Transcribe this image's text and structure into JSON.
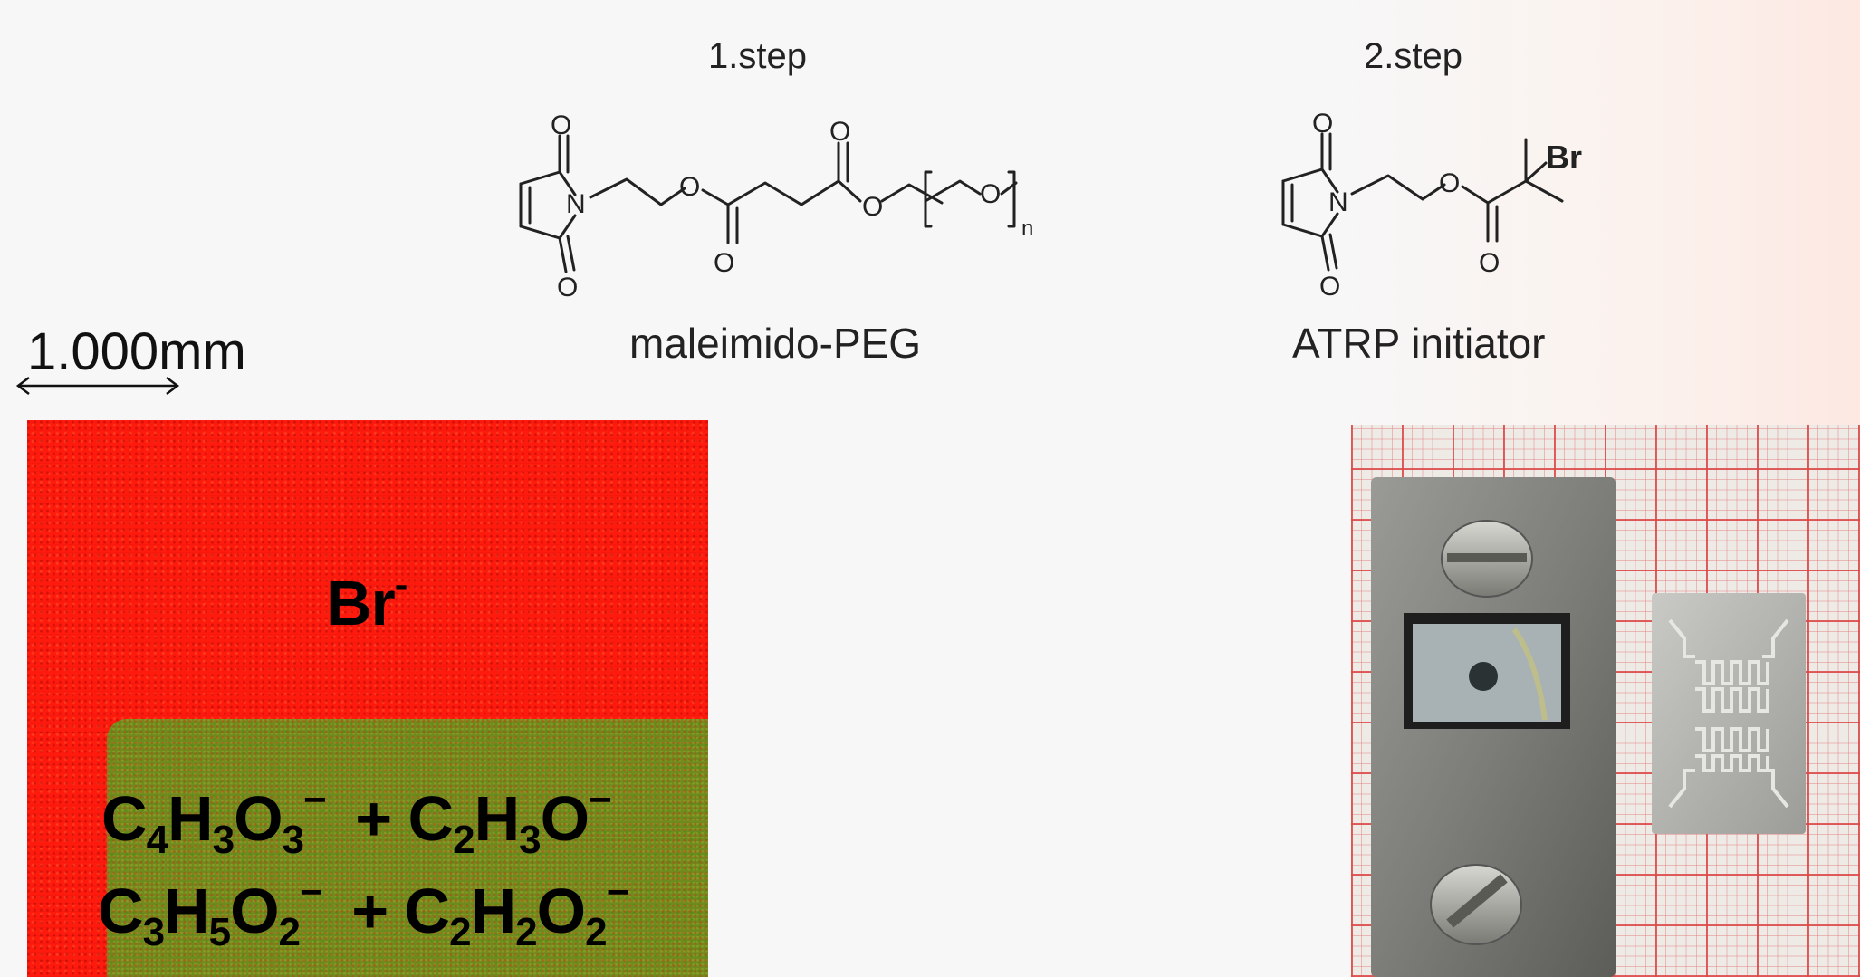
{
  "steps": {
    "step1": {
      "label": "1.step",
      "compound": "maleimido-PEG"
    },
    "step2": {
      "label": "2.step",
      "compound": "ATRP initiator"
    }
  },
  "atoms": {
    "oxygen": "O",
    "nitrogen": "N",
    "bromine": "Br",
    "repeat_index": "n"
  },
  "scale_bar": {
    "label": "1.000mm"
  },
  "ion_map": {
    "region_top_label": "Br",
    "region_top_charge": "-",
    "region_bottom_line1": {
      "ion1": {
        "c": "C",
        "c_n": "4",
        "h": "H",
        "h_n": "3",
        "o": "O",
        "o_n": "3",
        "charge": "−"
      },
      "plus": "+",
      "ion2": {
        "c": "C",
        "c_n": "2",
        "h": "H",
        "h_n": "3",
        "o": "O",
        "o_n": "",
        "charge": "−"
      }
    },
    "region_bottom_line2": {
      "ion1": {
        "c": "C",
        "c_n": "3",
        "h": "H",
        "h_n": "5",
        "o": "O",
        "o_n": "2",
        "charge": "−"
      },
      "plus": "+",
      "ion2": {
        "c": "C",
        "c_n": "2",
        "h": "H",
        "h_n": "2",
        "o": "O",
        "o_n": "2",
        "charge": "−"
      }
    },
    "colors": {
      "bromide": "#ff1a0e",
      "organic": "#6f8a1e"
    }
  },
  "photo": {
    "subject": "sample-holder-photo"
  }
}
